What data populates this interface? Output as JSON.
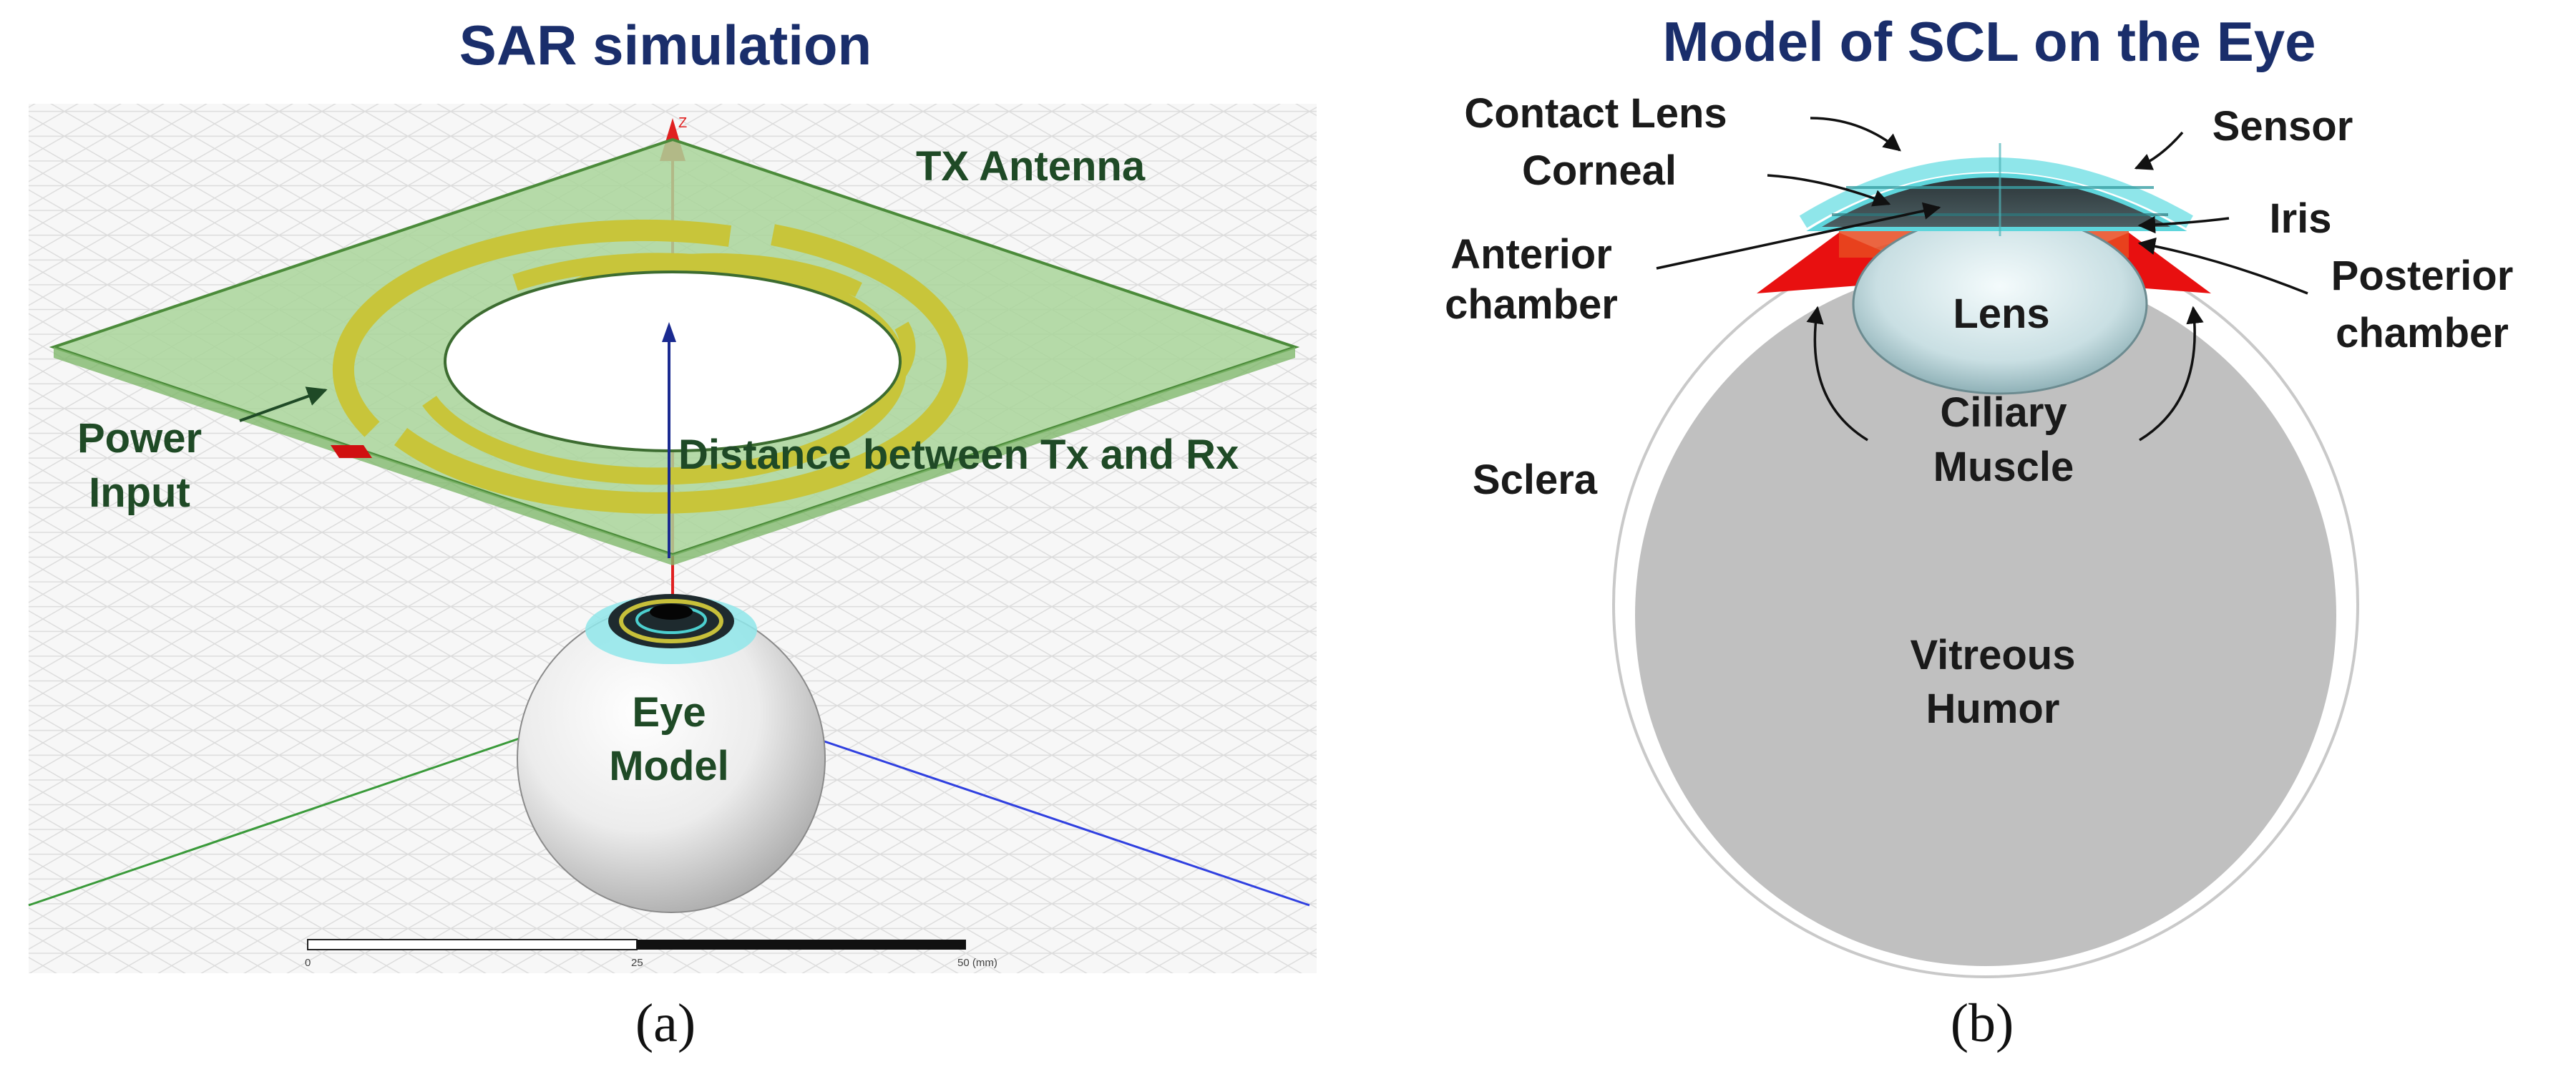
{
  "panel_a": {
    "title": "SAR simulation",
    "caption": "(a)",
    "labels": {
      "tx_antenna": "TX Antenna",
      "power_input_line1": "Power",
      "power_input_line2": "Input",
      "distance": "Distance between Tx and Rx",
      "eye_model_line1": "Eye",
      "eye_model_line2": "Model",
      "z_axis": "Z"
    },
    "scale_bar": {
      "ticks": [
        "0",
        "25",
        "50 (mm)"
      ]
    }
  },
  "panel_b": {
    "title": "Model of SCL on the Eye",
    "caption": "(b)",
    "labels": {
      "contact_lens": "Contact Lens",
      "sensor": "Sensor",
      "corneal": "Corneal",
      "iris": "Iris",
      "anterior_chamber_line1": "Anterior",
      "anterior_chamber_line2": "chamber",
      "posterior_chamber_line1": "Posterior",
      "posterior_chamber_line2": "chamber",
      "lens": "Lens",
      "ciliary_muscle_line1": "Ciliary",
      "ciliary_muscle_line2": "Muscle",
      "sclera": "Sclera",
      "vitreous_humor_line1": "Vitreous",
      "vitreous_humor_line2": "Humor"
    }
  },
  "colors": {
    "title": "#1a2e6b",
    "annotation_a": "#1f4a26",
    "antenna_board": "#a9d59a",
    "antenna_trace": "#c8c53a",
    "feed_port": "#d01010",
    "z_axis": "#e02020",
    "distance_axis": "#1a2a90",
    "vitreous": "#c0c0c0",
    "ciliary_red": "#e81010",
    "cornea_cyan": "#8fe6ea"
  }
}
